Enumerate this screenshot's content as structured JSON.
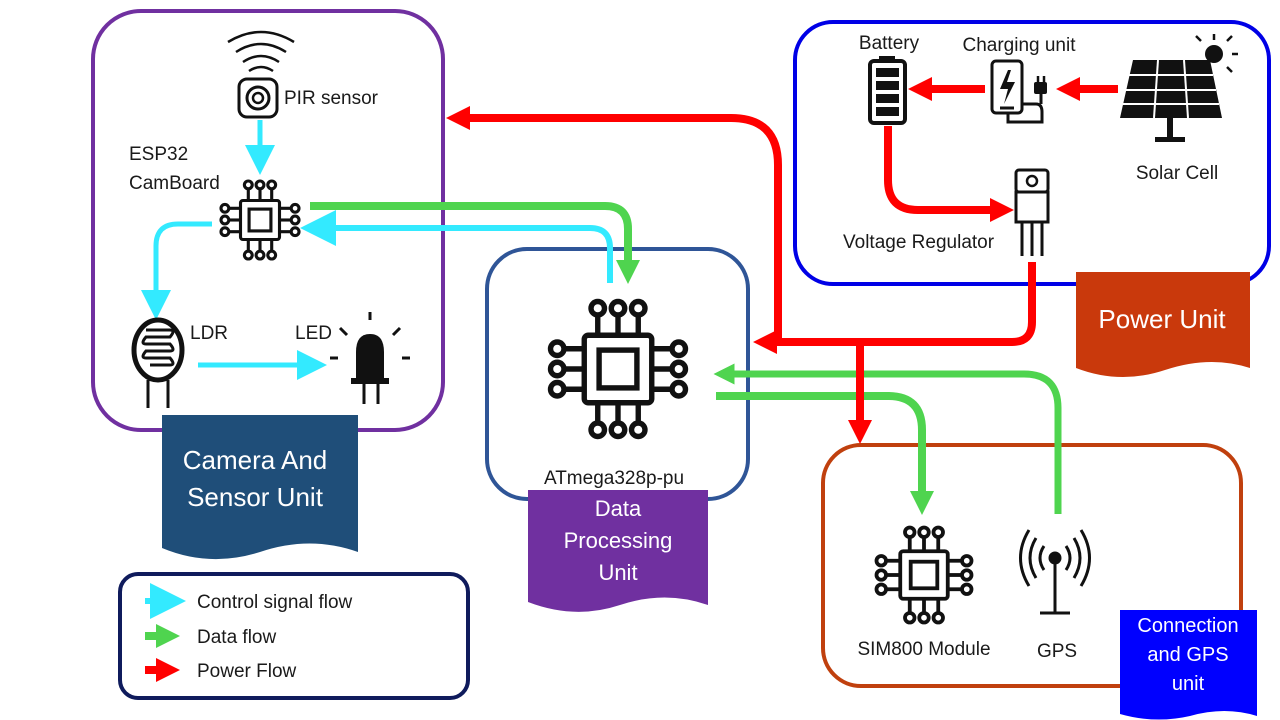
{
  "units": {
    "camera": {
      "title_line1": "Camera And",
      "title_line2": "Sensor Unit",
      "color": "#1f4e79",
      "border": "#7030a0"
    },
    "processing": {
      "title_line1": "Data",
      "title_line2": "Processing",
      "title_line3": "Unit",
      "color": "#7030a0",
      "border": "#2f5597"
    },
    "power": {
      "title": "Power Unit",
      "color": "#c9390c",
      "border": "#0000e6"
    },
    "connection": {
      "title_line1": "Connection",
      "title_line2": "and GPS",
      "title_line3": "unit",
      "color": "#0000ff",
      "border": "#c0400e"
    }
  },
  "components": {
    "pir": "PIR sensor",
    "esp32_line1": "ESP32",
    "esp32_line2": "CamBoard",
    "ldr": "LDR",
    "led": "LED",
    "atmega": "ATmega328p-pu",
    "battery": "Battery",
    "charging": "Charging unit",
    "solar": "Solar Cell",
    "regulator": "Voltage Regulator",
    "sim800": "SIM800 Module",
    "gps": "GPS"
  },
  "legend": {
    "items": [
      {
        "label": "Control signal flow",
        "color": "#33eaff"
      },
      {
        "label": "Data flow",
        "color": "#4fd44f"
      },
      {
        "label": "Power Flow",
        "color": "#ff0000"
      }
    ]
  },
  "colors": {
    "control": "#33eaff",
    "data": "#4fd44f",
    "power": "#ff0000"
  }
}
